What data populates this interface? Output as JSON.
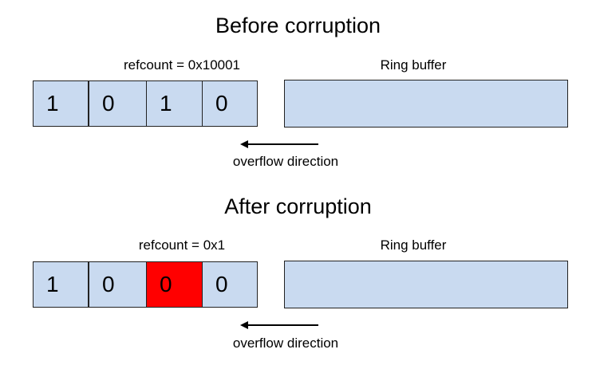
{
  "before": {
    "title": "Before corruption",
    "refcount_label": "refcount = 0x10001",
    "cells": [
      "1",
      "0",
      "1",
      "0"
    ],
    "ring_label": "Ring buffer",
    "direction_label": "overflow direction"
  },
  "after": {
    "title": "After corruption",
    "refcount_label": "refcount = 0x1",
    "cells": [
      "1",
      "0",
      "0",
      "0"
    ],
    "corrupted_cell_index": 2,
    "ring_label": "Ring buffer",
    "direction_label": "overflow direction"
  },
  "colors": {
    "cell": "#c9daf0",
    "corrupted": "#ff0000"
  }
}
